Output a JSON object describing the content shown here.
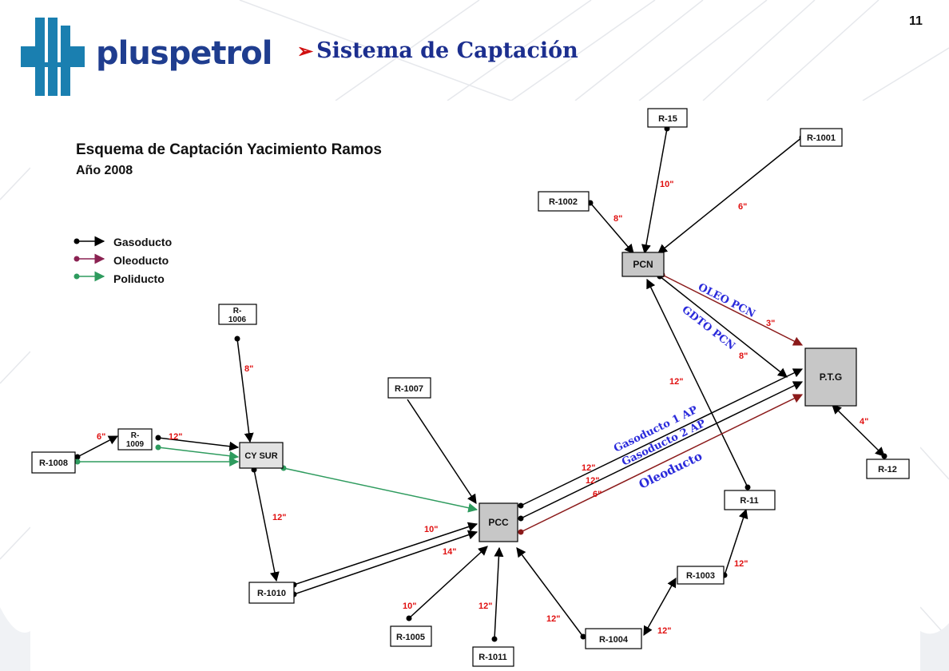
{
  "page_number": "11",
  "logo": {
    "text": "pluspetrol",
    "color": "#1f3d8f",
    "icon_color": "#1a7fb0"
  },
  "slide": {
    "title": "Sistema de Captación",
    "bullet": "➢"
  },
  "diagram": {
    "title": "Esquema de Captación Yacimiento Ramos",
    "subtitle": "Año 2008",
    "legend": [
      {
        "label": "Gasoducto",
        "color": "#000000"
      },
      {
        "label": "Oleoducto",
        "color": "#8b2252"
      },
      {
        "label": "Poliducto",
        "color": "#2e9b5e"
      }
    ],
    "nodes": {
      "r15": "R-15",
      "r1001": "R-1001",
      "r1002": "R-1002",
      "pcn": "PCN",
      "ptg": "P.T.G",
      "r12": "R-12",
      "r1006": "R-\n1006",
      "r1007": "R-1007",
      "r1009": "R-\n1009",
      "r1008": "R-1008",
      "cysur": "CY SUR",
      "pcc": "PCC",
      "r11": "R-11",
      "r1003": "R-1003",
      "r1004": "R-1004",
      "r1010": "R-1010",
      "r1005": "R-1005",
      "r1011": "R-1011"
    },
    "diameters": {
      "r15_pcn": "10\"",
      "r1001_pcn": "6\"",
      "r1002_pcn": "8\"",
      "pcn_ptg_oleo": "3\"",
      "pcn_ptg_gdto": "8\"",
      "r11_pcn": "12\"",
      "r12_ptg": "4\"",
      "r1006_cysur": "8\"",
      "r1008_r1009": "6\"",
      "r1009_cysur": "12\"",
      "cysur_r1010": "12\"",
      "r1010_pcc_a": "10\"",
      "r1010_pcc_b": "14\"",
      "pcc_ptg_1": "12\"",
      "pcc_ptg_2": "12\"",
      "pcc_ptg_oleo": "6\"",
      "r1005_pcc": "10\"",
      "r1011_pcc": "12\"",
      "r1004_pcc": "12\"",
      "r1004_r1003": "12\"",
      "r1003_r11": "12\""
    },
    "line_names": {
      "oleo_pcn": "OLEO PCN",
      "gdto_pcn": "GDTO PCN",
      "gasoducto_1ap": "Gasoducto 1 AP",
      "gasoducto_2ap": "Gasoducto 2 AP",
      "oleoducto": "Oleoducto"
    },
    "colors": {
      "gas": "#000000",
      "oil": "#8b1a1a",
      "multi": "#2e9b5e",
      "diameter": "#e01010",
      "line_name": "#2a2adb"
    }
  }
}
